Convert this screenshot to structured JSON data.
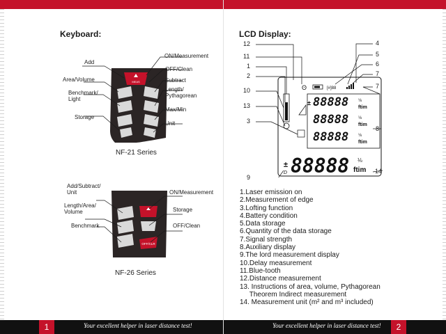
{
  "left_page": {
    "heading": "Keyboard:",
    "nf21": {
      "labels": {
        "add": "Add",
        "area_volume": "Area/Volume",
        "benchmark_light_1": "Benchmark/",
        "benchmark_light_2": "Light",
        "storage": "Storage",
        "on_measurement": "ON/Measurement",
        "off_clean": "OFF/Clean",
        "subtract": "Subtract",
        "length_pyth_1": "Length/",
        "length_pyth_2": "Pythagorean",
        "max_min": "Max/Min",
        "unit": "Unit"
      },
      "series": "NF-21 Series"
    },
    "nf26": {
      "labels": {
        "add_sub_unit_1": "Add/Subtract/",
        "add_sub_unit_2": "Unit",
        "length_area_vol_1": "Length/Area/",
        "length_area_vol_2": "Volume",
        "benchmark": "Benchmark",
        "on_measurement": "ON/Measurement",
        "storage": "Storage",
        "off_clean": "OFF/Clean"
      },
      "button_text": "OFF/CLR",
      "series": "NF-26 Series"
    },
    "page_number": "1",
    "tagline": "Your excellent helper in laser distance test!"
  },
  "right_page": {
    "heading": "LCD Display:",
    "lcd": {
      "row1": "88888",
      "row2": "88888",
      "row3": "88888",
      "main": "88888",
      "sign": "±",
      "unit": "ftim",
      "fraction": "⅛",
      "d_label": "D"
    },
    "callouts": [
      "12",
      "11",
      "1",
      "2",
      "10",
      "13",
      "3",
      "9",
      "4",
      "5",
      "6",
      "7",
      "7",
      "8",
      "14"
    ],
    "legend": [
      "1.Laser emission on",
      "2.Measurement of edge",
      "3.Lofting function",
      "4.Battery condition",
      "5.Data storage",
      "6.Quantity of the data storage",
      "7.Signal strength",
      "8.Auxiliary display",
      "9.The lord measurement display",
      "10.Delay measurement",
      "11.Blue-tooth",
      "12.Distance measurement",
      "13. Instructions of area, volume, Pythagorean",
      "     Theorem Indirect measurement",
      "14. Measurement unit (m² and m³ included)"
    ],
    "page_number": "2",
    "tagline": "Your excellent helper in laser distance test!"
  },
  "colors": {
    "brand_red": "#c4122a",
    "footer_black": "#111111",
    "keypad_dark": "#2b2525"
  }
}
